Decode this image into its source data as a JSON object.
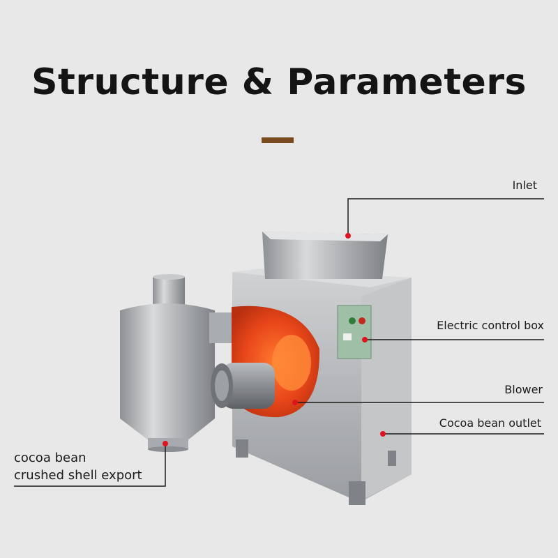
{
  "title": "Structure & Parameters",
  "accent_color": "#7a4a1f",
  "callouts": {
    "inlet": "Inlet",
    "control_box": "Electric control box",
    "blower": "Blower",
    "outlet": "Cocoa bean outlet",
    "shell_export_line1": "cocoa bean",
    "shell_export_line2": "crushed shell export"
  },
  "marker_color": "#e0141e"
}
